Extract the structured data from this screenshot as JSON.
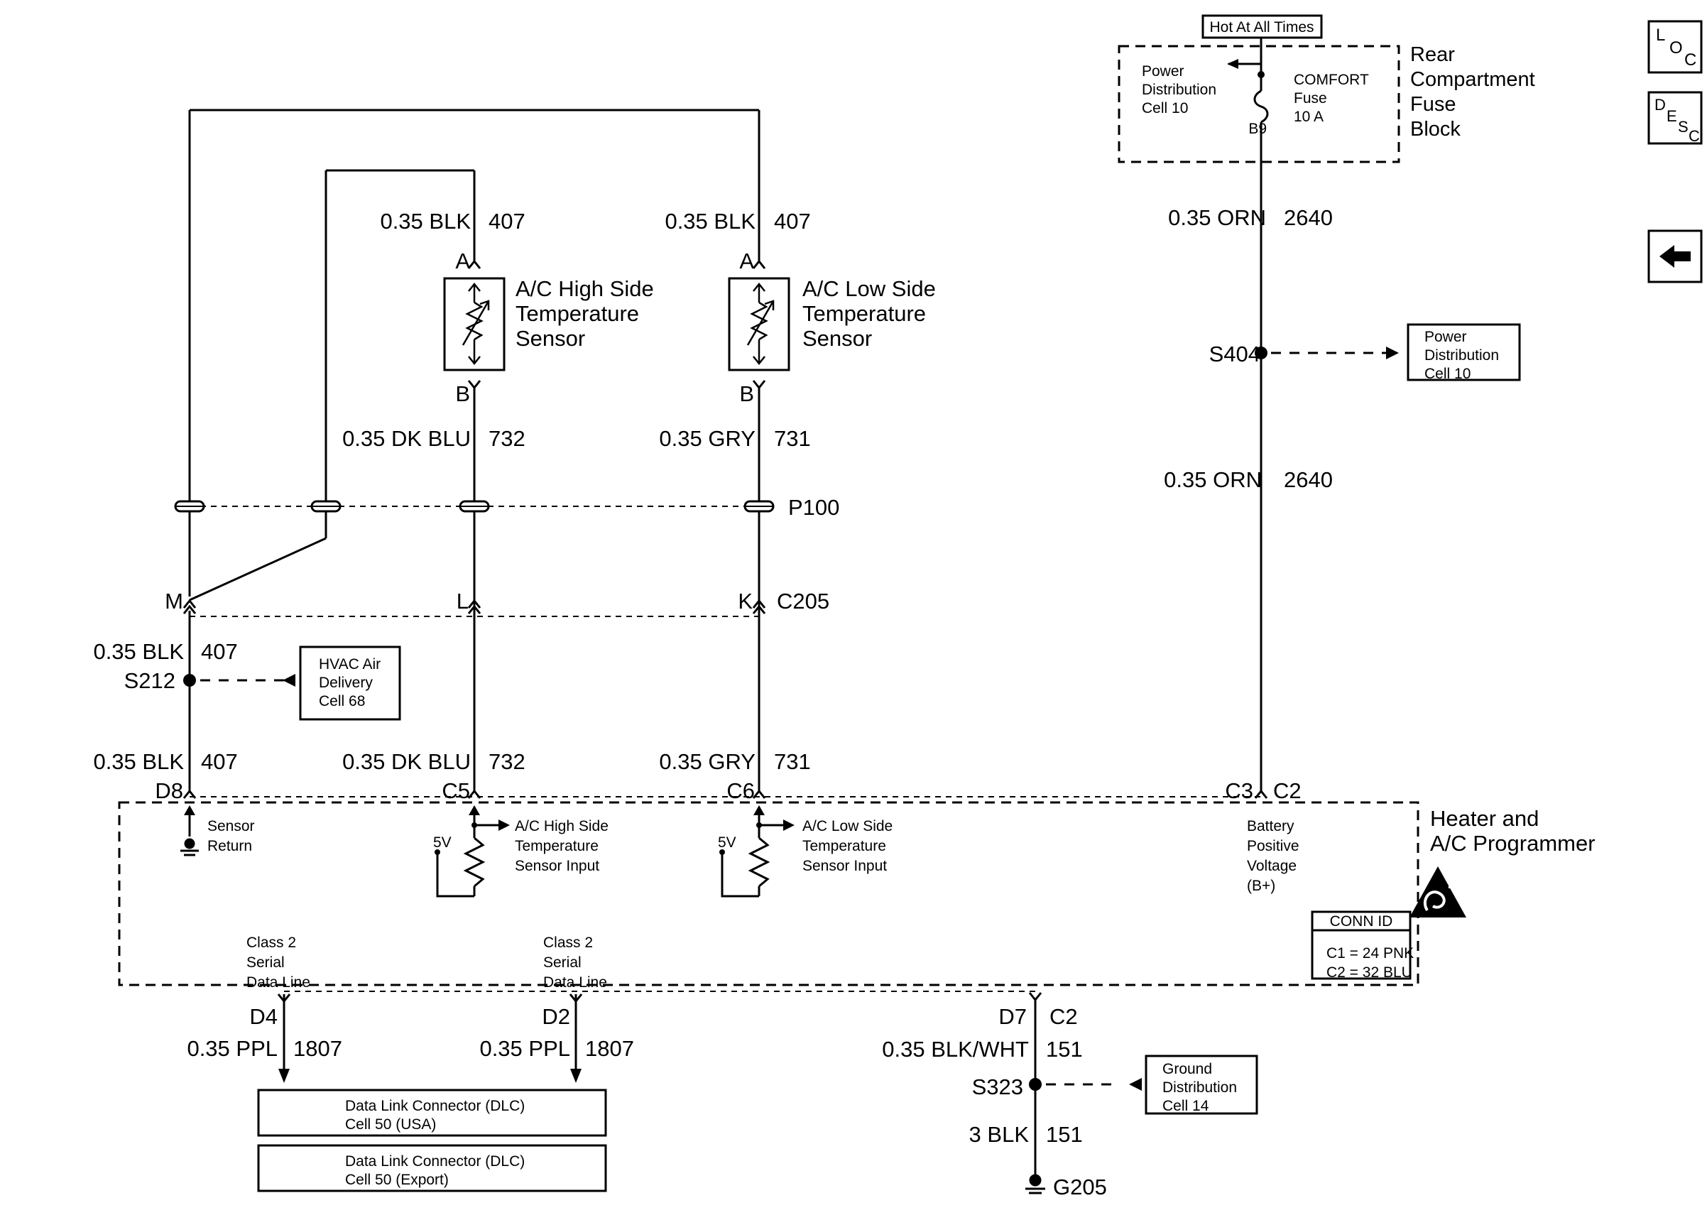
{
  "header": {
    "hot_label": "Hot At All Times"
  },
  "fuse_block": {
    "title_lines": [
      "Rear",
      "Compartment",
      "Fuse",
      "Block"
    ],
    "pd_lines": [
      "Power",
      "Distribution",
      "Cell 10"
    ],
    "fuse_lines": [
      "COMFORT",
      "Fuse",
      "10 A"
    ],
    "terminal": "B9"
  },
  "wires": {
    "orn_upper": {
      "gauge_color": "0.35 ORN",
      "circuit": "2640"
    },
    "orn_lower": {
      "gauge_color": "0.35 ORN",
      "circuit": "2640"
    },
    "blk_high_top": {
      "gauge_color": "0.35 BLK",
      "circuit": "407"
    },
    "blk_low_top": {
      "gauge_color": "0.35 BLK",
      "circuit": "407"
    },
    "dkblu_mid": {
      "gauge_color": "0.35 DK BLU",
      "circuit": "732"
    },
    "gry_mid": {
      "gauge_color": "0.35 GRY",
      "circuit": "731"
    },
    "blk_left_upper": {
      "gauge_color": "0.35 BLK",
      "circuit": "407"
    },
    "blk_left_lower": {
      "gauge_color": "0.35 BLK",
      "circuit": "407"
    },
    "dkblu_low": {
      "gauge_color": "0.35 DK BLU",
      "circuit": "732"
    },
    "gry_low": {
      "gauge_color": "0.35 GRY",
      "circuit": "731"
    },
    "ppl_left": {
      "gauge_color": "0.35 PPL",
      "circuit": "1807"
    },
    "ppl_right": {
      "gauge_color": "0.35 PPL",
      "circuit": "1807"
    },
    "blkwht": {
      "gauge_color": "0.35 BLK/WHT",
      "circuit": "151"
    },
    "blk_ground": {
      "gauge_color": "3 BLK",
      "circuit": "151"
    }
  },
  "splices": {
    "s404": {
      "label": "S404",
      "ref_lines": [
        "Power",
        "Distribution",
        "Cell 10"
      ]
    },
    "s212": {
      "label": "S212",
      "ref_lines": [
        "HVAC Air",
        "Delivery",
        "Cell 68"
      ]
    },
    "s323": {
      "label": "S323",
      "ref_lines": [
        "Ground",
        "Distribution",
        "Cell 14"
      ]
    }
  },
  "sensors": {
    "high": {
      "title_lines": [
        "A/C High Side",
        "Temperature",
        "Sensor"
      ],
      "pin_a": "A",
      "pin_b": "B"
    },
    "low": {
      "title_lines": [
        "A/C Low Side",
        "Temperature",
        "Sensor"
      ],
      "pin_a": "A",
      "pin_b": "B"
    }
  },
  "connectors": {
    "p100": "P100",
    "c205": "C205",
    "c205_pins": {
      "m": "M",
      "l": "L",
      "k": "K"
    }
  },
  "programmer": {
    "title_lines": [
      "Heater and",
      "A/C Programmer"
    ],
    "pins": {
      "d8": "D8",
      "c5": "C5",
      "c6": "C6",
      "c3": "C3",
      "c2_top": "C2",
      "d4": "D4",
      "d2": "D2",
      "d7": "D7",
      "c2_bottom": "C2"
    },
    "sensor_return_lines": [
      "Sensor",
      "Return"
    ],
    "high_input_lines": [
      "A/C High Side",
      "Temperature",
      "Sensor Input"
    ],
    "low_input_lines": [
      "A/C Low Side",
      "Temperature",
      "Sensor Input"
    ],
    "five_v": "5V",
    "battery_lines": [
      "Battery",
      "Positive",
      "Voltage",
      "(B+)"
    ],
    "class2_left_lines": [
      "Class 2",
      "Serial",
      "Data Line"
    ],
    "class2_right_lines": [
      "Class 2",
      "Serial",
      "Data Line"
    ],
    "conn_id": {
      "title": "CONN ID",
      "c1": "C1 = 24 PNK",
      "c2": "C2 = 32 BLU"
    }
  },
  "dlc": {
    "usa_lines": [
      "Data Link Connector (DLC)",
      "Cell 50 (USA)"
    ],
    "export_lines": [
      "Data Link Connector (DLC)",
      "Cell 50 (Export)"
    ]
  },
  "ground": {
    "label": "G205"
  },
  "nav": {
    "loc": {
      "l": "L",
      "o": "O",
      "c": "C"
    },
    "desc": {
      "d": "D",
      "e": "E",
      "s": "S",
      "c": "C"
    },
    "back_icon": "left-arrow-icon"
  }
}
